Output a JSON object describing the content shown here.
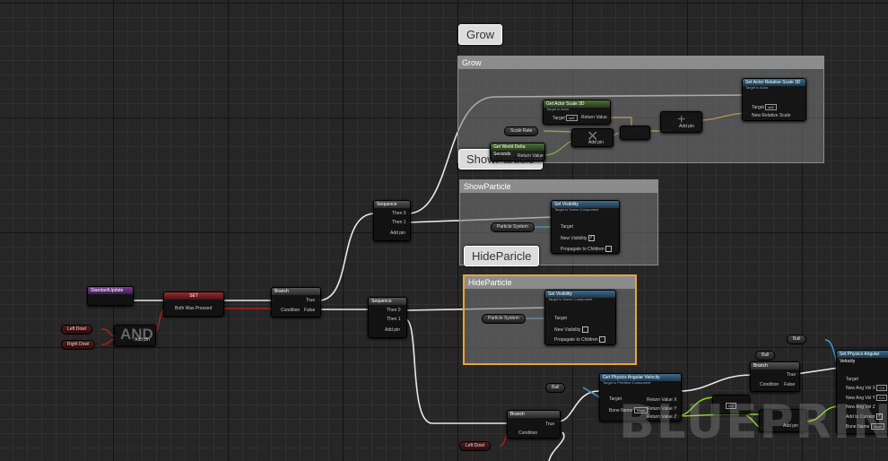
{
  "comments": {
    "grow": "Grow",
    "show": "ShowParticle",
    "hide": "HideParticle",
    "hide_bubble": "HideParicle"
  },
  "nodes": {
    "standard_update": "StandardUpdate",
    "set": "SET",
    "both_was_pressed": "Both Was Pressed",
    "and": "AND",
    "add_pin": "Add pin",
    "left_dowl": "Left Dowl",
    "right_dowl": "Right Dowl",
    "left_dowl_2": "Left Dowl",
    "branch": "Branch",
    "true": "True",
    "false": "False",
    "condition": "Condition",
    "sequence": "Sequence",
    "then0": "Then 0",
    "then1": "Then 1",
    "get_actor_scale": "Get Actor Scale 3D",
    "target_is_actor": "Target is Actor",
    "target": "Target",
    "self": "self",
    "return_value": "Return Value",
    "scale_rate": "Scale Rate",
    "world_delta": "Get World Delta Seconds",
    "set_relative_scale": "Set Actor Relative Scale 3D",
    "new_relative_scale": "New Relative Scale",
    "set_visibility": "Set Visibility",
    "target_scene_component": "Target is Scene Component",
    "particle_system": "Particle System",
    "new_visibility": "New Visibility",
    "propagate": "Propagate to Children",
    "get_phys_angular": "Get Physics Angular Velocity",
    "target_prim": "Target is Primitive Component",
    "bone_name": "Bone Name",
    "none": "None",
    "return_x": "Return Value X",
    "return_y": "Return Value Y",
    "return_z": "Return Value Z",
    "ball": "Ball",
    "set_phys_angular": "Set Physics Angular Velocity",
    "new_ang_x": "New Ang Vel X",
    "new_ang_y": "New Ang Vel Y",
    "new_ang_z": "New Ang Vel Z",
    "add_to_current": "Add to Current",
    "zero": "0.0",
    "one": "1.0",
    "target_self": "self"
  },
  "watermark": "BLUEPRINT"
}
